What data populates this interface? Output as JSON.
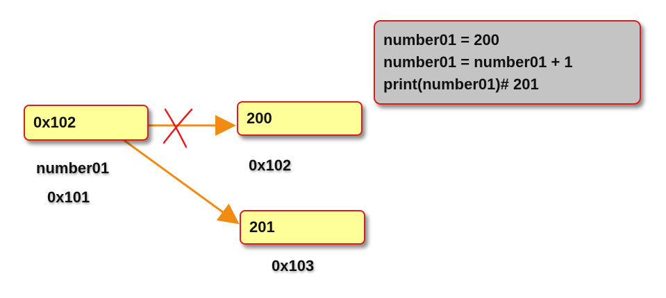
{
  "variable_box": {
    "value": "0x102",
    "name_label": "number01",
    "address_label": "0x101"
  },
  "object_200": {
    "value": "200",
    "address_label": "0x102"
  },
  "object_201": {
    "value": "201",
    "address_label": "0x103"
  },
  "code_box": {
    "lines": [
      "number01 = 200",
      "number01 = number01 + 1",
      "print(number01)# 201"
    ]
  },
  "colors": {
    "box_fill": "#ffff99",
    "box_border": "#d81e1e",
    "code_fill": "#c4c4c4",
    "arrow": "#f08c14",
    "cross": "#e01e1e"
  }
}
